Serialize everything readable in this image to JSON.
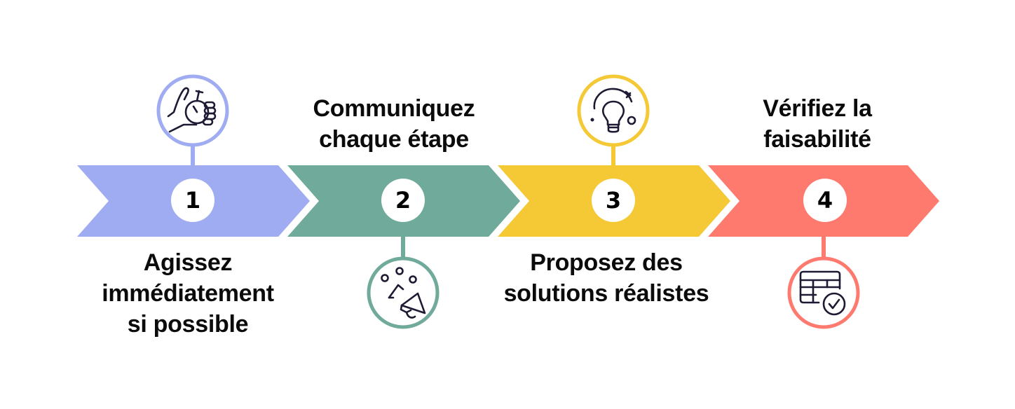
{
  "diagram": {
    "type": "process-chevrons",
    "background": "#ffffff",
    "icon_stroke_color": "#1e1a33",
    "steps": [
      {
        "number": "1",
        "color": "#9facf2",
        "label_lines": [
          "Agissez",
          "immédiatement",
          "si possible"
        ],
        "label_position": "below",
        "icon": "hand-stopwatch-icon",
        "icon_position": "above"
      },
      {
        "number": "2",
        "color": "#6faa9a",
        "label_lines": [
          "Communiquez",
          "chaque étape"
        ],
        "label_position": "above",
        "icon": "megaphone-people-icon",
        "icon_position": "below"
      },
      {
        "number": "3",
        "color": "#f4c935",
        "label_lines": [
          "Proposez des",
          "solutions réalistes"
        ],
        "label_position": "below",
        "icon": "lightbulb-idea-icon",
        "icon_position": "above"
      },
      {
        "number": "4",
        "color": "#ff7a6e",
        "label_lines": [
          "Vérifiez la",
          "faisabilité"
        ],
        "label_position": "above",
        "icon": "table-check-icon",
        "icon_position": "below"
      }
    ]
  }
}
